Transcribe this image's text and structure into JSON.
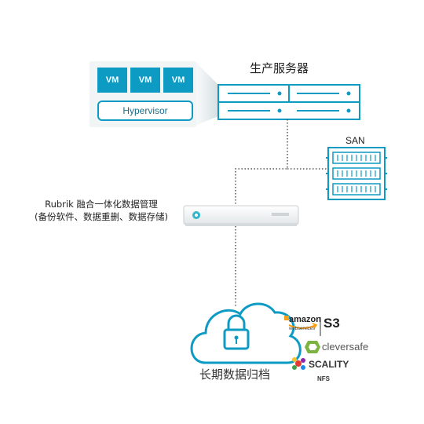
{
  "vms": [
    "VM",
    "VM",
    "VM"
  ],
  "hypervisor_label": "Hypervisor",
  "production_servers_label": "生产服务器",
  "san_label": "SAN",
  "rubrik_title": "Rubrik 融合一体化数据管理",
  "rubrik_subtitle": "(备份软件、数据重删、数据存储)",
  "archive_label": "长期数据归档",
  "logos": {
    "amazon_main": "amazon",
    "amazon_sub": "webservices",
    "s3": "S3",
    "cleversafe": "cleversafe",
    "scality": "SCALITY",
    "nfs": "NFS"
  },
  "colors": {
    "accent": "#0d9bc4",
    "dotted": "#555555",
    "cloud_stroke": "#0d9bc4"
  }
}
